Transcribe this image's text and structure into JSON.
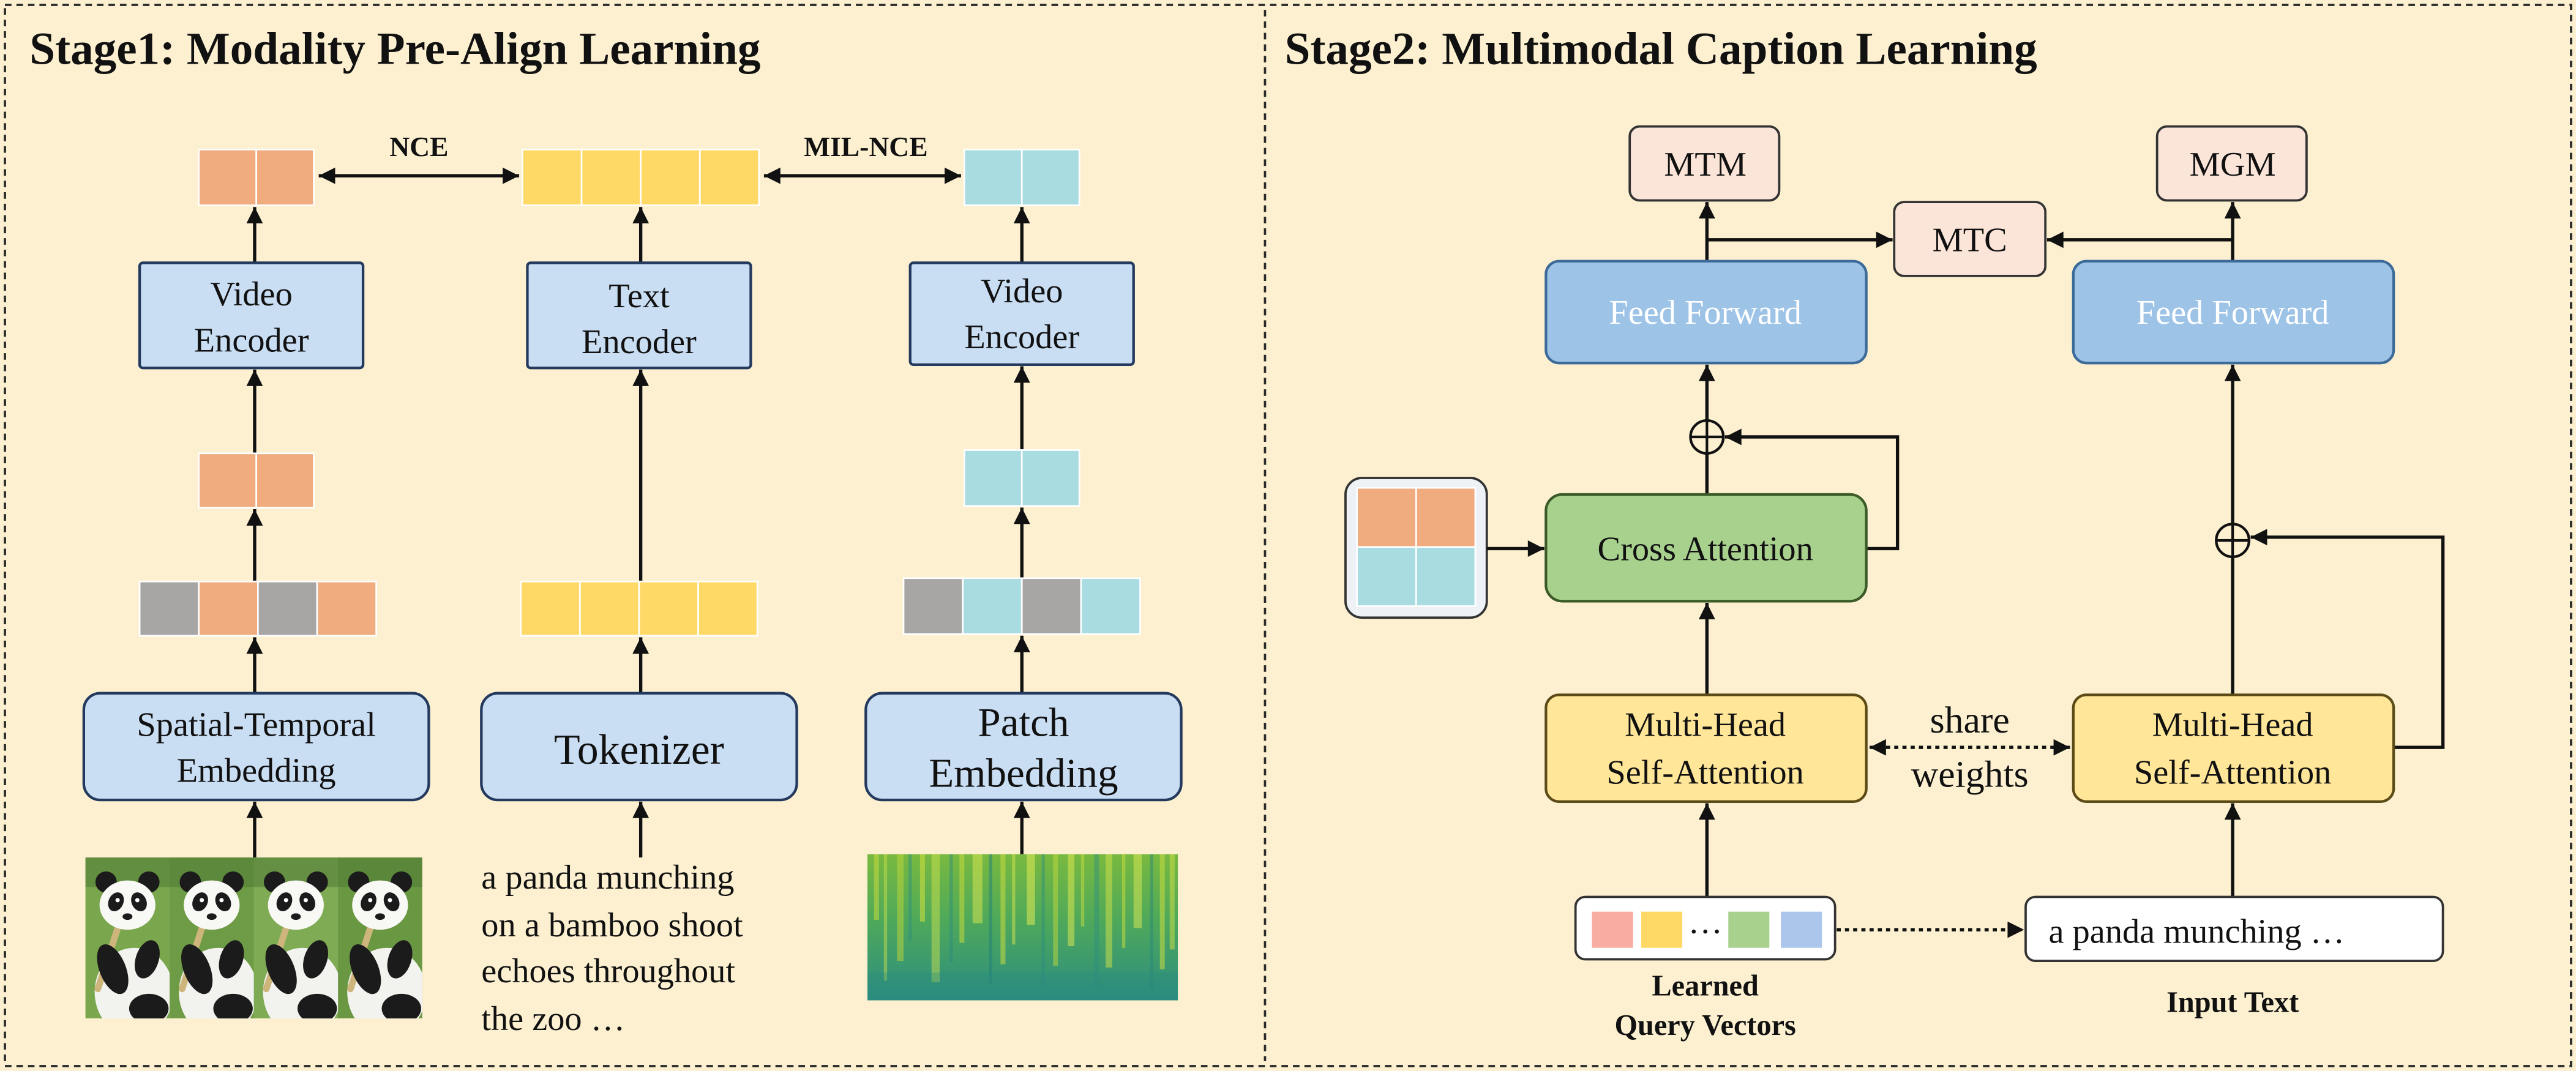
{
  "colors": {
    "background": "#FCF0D0",
    "token_orange": "#F0AC7E",
    "token_gray": "#A8A6A5",
    "token_yellow": "#FFD966",
    "token_cyan": "#A8DCE1",
    "token_pink": "#F8ACA2",
    "token_green": "#A9D18E",
    "token_blue": "#ABC6EA",
    "encoder_fill": "#C9DDF3",
    "feed_forward_fill": "#9DC3E6",
    "cross_attention_fill": "#A9D18E",
    "self_attention_fill": "#FFE699",
    "objective_fill": "#FBE5D8",
    "query_box_fill": "#EEF2F7",
    "input_box_fill": "#FFFFFF"
  },
  "icons": {
    "residual_add": "plus-circle-icon"
  },
  "stage1": {
    "title": "Stage1: Modality Pre-Align Learning",
    "losses": {
      "left": "NCE",
      "right": "MIL-NCE"
    },
    "video_column": {
      "encoder_lines": [
        "Video",
        "Encoder"
      ],
      "embedding_lines": [
        "Spatial-Temporal",
        "Embedding"
      ]
    },
    "text_column": {
      "encoder_lines": [
        "Text",
        "Encoder"
      ],
      "tokenizer": "Tokenizer",
      "input_lines": [
        "a panda munching",
        "on a bamboo shoot",
        "echoes throughout",
        "the zoo …"
      ]
    },
    "audio_column": {
      "encoder_lines": [
        "Video",
        "Encoder"
      ],
      "embedding_lines": [
        "Patch",
        "Embedding"
      ]
    }
  },
  "stage2": {
    "title": "Stage2: Multimodal Caption Learning",
    "objectives": {
      "left": "MTM",
      "center": "MTC",
      "right": "MGM"
    },
    "left_branch": {
      "feed_forward": "Feed Forward",
      "cross_attention": "Cross Attention",
      "self_attention_lines": [
        "Multi-Head",
        "Self-Attention"
      ],
      "input_ellipsis": "…",
      "input_label_lines": [
        "Learned",
        "Query Vectors"
      ]
    },
    "right_branch": {
      "feed_forward": "Feed Forward",
      "self_attention_lines": [
        "Multi-Head",
        "Self-Attention"
      ],
      "input_text": "a panda munching …",
      "input_label": "Input Text"
    },
    "share_lines": [
      "share",
      "weights"
    ]
  }
}
